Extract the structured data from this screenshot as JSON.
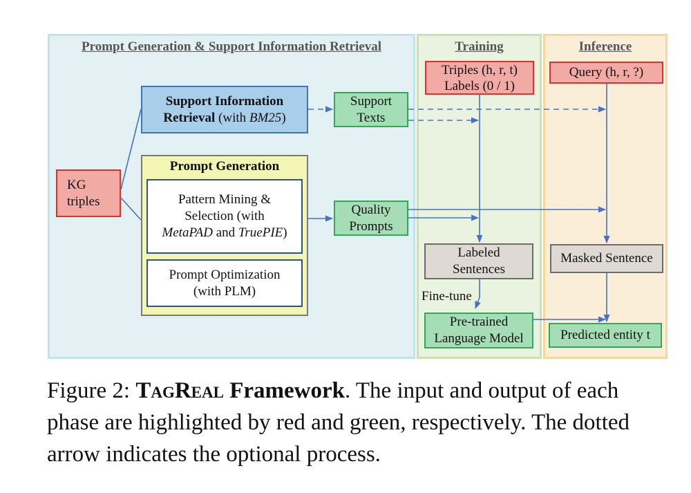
{
  "panels": {
    "prompt": "Prompt Generation & Support Information Retrieval",
    "training": "Training",
    "inference": "Inference"
  },
  "kg": {
    "line1": "KG",
    "line2": "triples"
  },
  "support_retrieval": {
    "bold": "Support Information Retrieval",
    "rest_pre": " (with ",
    "italic": "BM25",
    "rest_post": ")"
  },
  "prompt_generation": {
    "title": "Prompt Generation",
    "pattern": {
      "l1": "Pattern Mining &",
      "l2": "Selection (with",
      "i1": "MetaPAD",
      "mid": " and ",
      "i2": "TruePIE",
      "end": ")"
    },
    "optimization": {
      "l1": "Prompt Optimization",
      "l2": "(with PLM)"
    }
  },
  "support_texts": {
    "l1": "Support",
    "l2": "Texts"
  },
  "quality_prompts": {
    "l1": "Quality",
    "l2": "Prompts"
  },
  "training": {
    "triples": "Triples (h, r, t)",
    "labels": "Labels (0 / 1)",
    "labeled": {
      "l1": "Labeled",
      "l2": "Sentences"
    },
    "finetune": "Fine-tune",
    "plm": {
      "l1": "Pre-trained",
      "l2": "Language Model"
    }
  },
  "inference": {
    "query": "Query (h, r, ?)",
    "masked": "Masked Sentence",
    "predicted": "Predicted entity t"
  },
  "caption": {
    "prefix": "Figure 2: ",
    "name": "TagReal",
    "framework": " Framework",
    "rest": ". The input and output of each phase are highlighted by red and green, respectively. The dotted arrow indicates the optional process."
  },
  "colors": {
    "arrow": "#4472c4",
    "red_fill": "#f2aaa4",
    "green_fill": "#a4ddb6"
  }
}
